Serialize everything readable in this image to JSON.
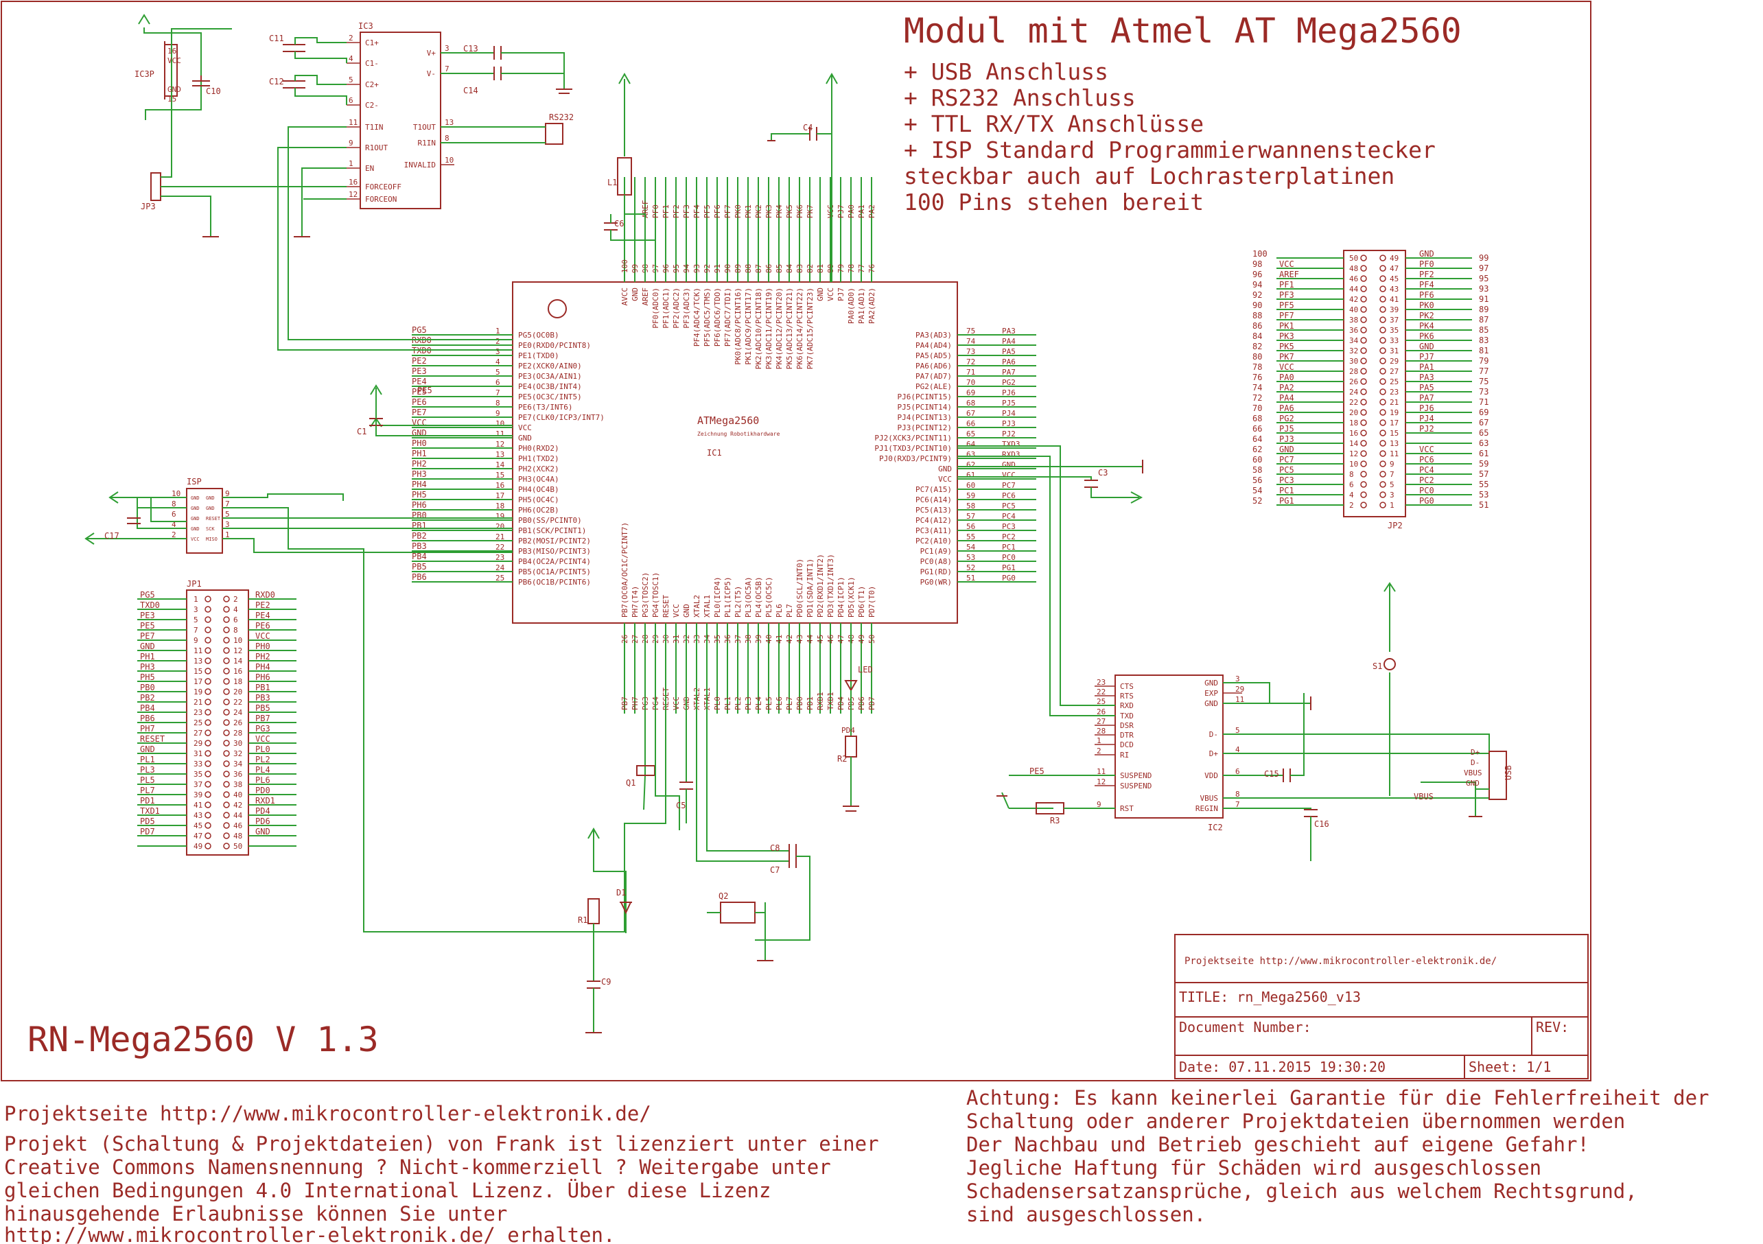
{
  "title": "Modul mit Atmel AT Mega2560",
  "features": [
    "+ USB Anschluss",
    "+ RS232 Anschluss",
    "+ TTL RX/TX Anschlüsse",
    "+ ISP Standard Programmierwannenstecker",
    "steckbar auch auf Lochrasterplatinen",
    "100 Pins stehen bereit"
  ],
  "board_name": "RN-Mega2560 V 1.3",
  "title_block": {
    "project_line": "Projektseite http://www.mikrocontroller-elektronik.de/",
    "title": "TITLE:  rn_Mega2560_v13",
    "document_number": "Document Number:",
    "rev": "REV:",
    "date": "Date: 07.11.2015 19:30:20",
    "sheet": "Sheet: 1/1"
  },
  "footer_left": [
    "Projektseite http://www.mikrocontroller-elektronik.de/",
    "Projekt (Schaltung & Projektdateien) von Frank ist lizenziert unter einer",
    "Creative Commons Namensnennung ? Nicht-kommerziell ? Weitergabe unter",
    "gleichen Bedingungen 4.0 International Lizenz. Über diese Lizenz",
    "hinausgehende Erlaubnisse können Sie unter",
    "http://www.mikrocontroller-elektronik.de/ erhalten."
  ],
  "footer_right": [
    "Achtung: Es kann keinerlei Garantie für die Fehlerfreiheit der",
    "Schaltung oder anderer Projektdateien übernommen werden",
    "Der Nachbau und Betrieb geschieht auf eigene Gefahr!",
    "Jegliche Haftung für Schäden wird ausgeschlossen",
    "Schadensersatzansprüche, gleich aus welchem Rechtsgrund,",
    "sind ausgeschlossen."
  ],
  "ic1": {
    "ref": "IC1",
    "name": "ATMega2560",
    "sub": "Zeichnung Robotikhardware",
    "left_pins": [
      {
        "num": "1",
        "name": "PG5(OC0B)",
        "net": "PG5"
      },
      {
        "num": "2",
        "name": "PE0(RXD0/PCINT8)",
        "net": "RXD0"
      },
      {
        "num": "3",
        "name": "PE1(TXD0)",
        "net": "TXD0"
      },
      {
        "num": "4",
        "name": "PE2(XCK0/AIN0)",
        "net": "PE2"
      },
      {
        "num": "5",
        "name": "PE3(OC3A/AIN1)",
        "net": "PE3"
      },
      {
        "num": "6",
        "name": "PE4(OC3B/INT4)",
        "net": "PE4"
      },
      {
        "num": "7",
        "name": "PE5(OC3C/INT5)",
        "net": "PE5"
      },
      {
        "num": "8",
        "name": "PE6(T3/INT6)",
        "net": "PE6"
      },
      {
        "num": "9",
        "name": "PE7(CLK0/ICP3/INT7)",
        "net": "PE7"
      },
      {
        "num": "10",
        "name": "VCC",
        "net": "VCC"
      },
      {
        "num": "11",
        "name": "GND",
        "net": "GND"
      },
      {
        "num": "12",
        "name": "PH0(RXD2)",
        "net": "PH0"
      },
      {
        "num": "13",
        "name": "PH1(TXD2)",
        "net": "PH1"
      },
      {
        "num": "14",
        "name": "PH2(XCK2)",
        "net": "PH2"
      },
      {
        "num": "15",
        "name": "PH3(OC4A)",
        "net": "PH3"
      },
      {
        "num": "16",
        "name": "PH4(OC4B)",
        "net": "PH4"
      },
      {
        "num": "17",
        "name": "PH5(OC4C)",
        "net": "PH5"
      },
      {
        "num": "18",
        "name": "PH6(OC2B)",
        "net": "PH6"
      },
      {
        "num": "19",
        "name": "PB0(SS/PCINT0)",
        "net": "PB0"
      },
      {
        "num": "20",
        "name": "PB1(SCK/PCINT1)",
        "net": "PB1"
      },
      {
        "num": "21",
        "name": "PB2(MOSI/PCINT2)",
        "net": "PB2"
      },
      {
        "num": "22",
        "name": "PB3(MISO/PCINT3)",
        "net": "PB3"
      },
      {
        "num": "23",
        "name": "PB4(OC2A/PCINT4)",
        "net": "PB4"
      },
      {
        "num": "24",
        "name": "PB5(OC1A/PCINT5)",
        "net": "PB5"
      },
      {
        "num": "25",
        "name": "PB6(OC1B/PCINT6)",
        "net": "PB6"
      }
    ],
    "right_pins": [
      {
        "num": "75",
        "name": "PA3(AD3)",
        "net": "PA3"
      },
      {
        "num": "74",
        "name": "PA4(AD4)",
        "net": "PA4"
      },
      {
        "num": "73",
        "name": "PA5(AD5)",
        "net": "PA5"
      },
      {
        "num": "72",
        "name": "PA6(AD6)",
        "net": "PA6"
      },
      {
        "num": "71",
        "name": "PA7(AD7)",
        "net": "PA7"
      },
      {
        "num": "70",
        "name": "PG2(ALE)",
        "net": "PG2"
      },
      {
        "num": "69",
        "name": "PJ6(PCINT15)",
        "net": "PJ6"
      },
      {
        "num": "68",
        "name": "PJ5(PCINT14)",
        "net": "PJ5"
      },
      {
        "num": "67",
        "name": "PJ4(PCINT13)",
        "net": "PJ4"
      },
      {
        "num": "66",
        "name": "PJ3(PCINT12)",
        "net": "PJ3"
      },
      {
        "num": "65",
        "name": "PJ2(XCK3/PCINT11)",
        "net": "PJ2"
      },
      {
        "num": "64",
        "name": "PJ1(TXD3/PCINT10)",
        "net": "TXD3"
      },
      {
        "num": "63",
        "name": "PJ0(RXD3/PCINT9)",
        "net": "RXD3"
      },
      {
        "num": "62",
        "name": "GND",
        "net": "GND"
      },
      {
        "num": "61",
        "name": "VCC",
        "net": "VCC"
      },
      {
        "num": "60",
        "name": "PC7(A15)",
        "net": "PC7"
      },
      {
        "num": "59",
        "name": "PC6(A14)",
        "net": "PC6"
      },
      {
        "num": "58",
        "name": "PC5(A13)",
        "net": "PC5"
      },
      {
        "num": "57",
        "name": "PC4(A12)",
        "net": "PC4"
      },
      {
        "num": "56",
        "name": "PC3(A11)",
        "net": "PC3"
      },
      {
        "num": "55",
        "name": "PC2(A10)",
        "net": "PC2"
      },
      {
        "num": "54",
        "name": "PC1(A9)",
        "net": "PC1"
      },
      {
        "num": "53",
        "name": "PC0(A8)",
        "net": "PC0"
      },
      {
        "num": "52",
        "name": "PG1(RD)",
        "net": "PG1"
      },
      {
        "num": "51",
        "name": "PG0(WR)",
        "net": "PG0"
      }
    ],
    "top_pins": [
      {
        "num": "100",
        "name": "AVCC",
        "net": ""
      },
      {
        "num": "99",
        "name": "GND",
        "net": ""
      },
      {
        "num": "98",
        "name": "AREF",
        "net": "AREF"
      },
      {
        "num": "97",
        "name": "PF0(ADC0)",
        "net": "PF0"
      },
      {
        "num": "96",
        "name": "PF1(ADC1)",
        "net": "PF1"
      },
      {
        "num": "95",
        "name": "PF2(ADC2)",
        "net": "PF2"
      },
      {
        "num": "94",
        "name": "PF3(ADC3)",
        "net": "PF3"
      },
      {
        "num": "93",
        "name": "PF4(ADC4/TCK)",
        "net": "PF4"
      },
      {
        "num": "92",
        "name": "PF5(ADC5/TMS)",
        "net": "PF5"
      },
      {
        "num": "91",
        "name": "PF6(ADC6/TDO)",
        "net": "PF6"
      },
      {
        "num": "90",
        "name": "PF7(ADC7/TDI)",
        "net": "PF7"
      },
      {
        "num": "89",
        "name": "PK0(ADC8/PCINT16)",
        "net": "PK0"
      },
      {
        "num": "88",
        "name": "PK1(ADC9/PCINT17)",
        "net": "PK1"
      },
      {
        "num": "87",
        "name": "PK2(ADC10/PCINT18)",
        "net": "PK2"
      },
      {
        "num": "86",
        "name": "PK3(ADC11/PCINT19)",
        "net": "PK3"
      },
      {
        "num": "85",
        "name": "PK4(ADC12/PCINT20)",
        "net": "PK4"
      },
      {
        "num": "84",
        "name": "PK5(ADC13/PCINT21)",
        "net": "PK5"
      },
      {
        "num": "83",
        "name": "PK6(ADC14/PCINT22)",
        "net": "PK6"
      },
      {
        "num": "82",
        "name": "PK7(ADC15/PCINT23)",
        "net": "PK7"
      },
      {
        "num": "81",
        "name": "GND",
        "net": ""
      },
      {
        "num": "80",
        "name": "VCC",
        "net": "VCC"
      },
      {
        "num": "79",
        "name": "PJ7",
        "net": "PJ7"
      },
      {
        "num": "78",
        "name": "PA0(AD0)",
        "net": "PA0"
      },
      {
        "num": "77",
        "name": "PA1(AD1)",
        "net": "PA1"
      },
      {
        "num": "76",
        "name": "PA2(AD2)",
        "net": "PA2"
      }
    ],
    "bottom_pins": [
      {
        "num": "26",
        "name": "PB7(OC0A/OC1C/PCINT7)",
        "net": "PB7"
      },
      {
        "num": "27",
        "name": "PH7(T4)",
        "net": "PH7"
      },
      {
        "num": "28",
        "name": "PG3(TOSC2)",
        "net": "PG3"
      },
      {
        "num": "29",
        "name": "PG4(TOSC1)",
        "net": "PG4"
      },
      {
        "num": "30",
        "name": "RESET",
        "net": "RESET"
      },
      {
        "num": "31",
        "name": "VCC",
        "net": "VCC"
      },
      {
        "num": "32",
        "name": "GND",
        "net": "GND"
      },
      {
        "num": "33",
        "name": "XTAL2",
        "net": "XTAL2"
      },
      {
        "num": "34",
        "name": "XTAL1",
        "net": "XTAL1"
      },
      {
        "num": "35",
        "name": "PL0(ICP4)",
        "net": "PL0"
      },
      {
        "num": "36",
        "name": "PL1(ICP5)",
        "net": "PL1"
      },
      {
        "num": "37",
        "name": "PL2(T5)",
        "net": "PL2"
      },
      {
        "num": "38",
        "name": "PL3(OC5A)",
        "net": "PL3"
      },
      {
        "num": "39",
        "name": "PL4(OC5B)",
        "net": "PL4"
      },
      {
        "num": "40",
        "name": "PL5(OC5C)",
        "net": "PL5"
      },
      {
        "num": "41",
        "name": "PL6",
        "net": "PL6"
      },
      {
        "num": "42",
        "name": "PL7",
        "net": "PL7"
      },
      {
        "num": "43",
        "name": "PD0(SCL/INT0)",
        "net": "PD0"
      },
      {
        "num": "44",
        "name": "PD1(SDA/INT1)",
        "net": "PD1"
      },
      {
        "num": "45",
        "name": "PD2(RXD1/INT2)",
        "net": "RXD1"
      },
      {
        "num": "46",
        "name": "PD3(TXD1/INT3)",
        "net": "TXD1"
      },
      {
        "num": "47",
        "name": "PD4(ICP1)",
        "net": "PD4"
      },
      {
        "num": "48",
        "name": "PD5(XCK1)",
        "net": "PD5"
      },
      {
        "num": "49",
        "name": "PD6(T1)",
        "net": "PD6"
      },
      {
        "num": "50",
        "name": "PD7(T0)",
        "net": "PD7"
      }
    ]
  },
  "ic3": {
    "ref": "IC3",
    "left": [
      "C1+",
      "C1-",
      "C2+",
      "C2-",
      "T1IN",
      "R1OUT",
      "EN",
      "FORCEOFF",
      "FORCEON"
    ],
    "left_nums": [
      "2",
      "4",
      "5",
      "6",
      "11",
      "9",
      "1",
      "16",
      "12"
    ],
    "right": [
      "V+",
      "V-",
      "T1OUT",
      "R1IN",
      "INVALID"
    ],
    "right_nums": [
      "3",
      "7",
      "13",
      "8",
      "10"
    ]
  },
  "ic2": {
    "ref": "IC2",
    "left": [
      "CTS",
      "RTS",
      "RXD",
      "TXD",
      "DSR",
      "DTR",
      "DCD",
      "RI",
      "SUSPEND",
      "SUSPEND",
      "RST"
    ],
    "left_nums": [
      "23",
      "22",
      "25",
      "26",
      "27",
      "28",
      "1",
      "2",
      "11",
      "12",
      "9"
    ],
    "right": [
      "GND",
      "EXP",
      "GND",
      "D-",
      "D+",
      "VDD",
      "VBUS",
      "REGIN"
    ],
    "right_nums": [
      "3",
      "29",
      "11",
      "5",
      "4",
      "6",
      "8",
      "7"
    ]
  },
  "jp1": {
    "ref": "JP1",
    "left": [
      "PG5",
      "TXD0",
      "PE3",
      "PE5",
      "PE7",
      "GND",
      "PH1",
      "PH3",
      "PH5",
      "PB0",
      "PB2",
      "PB4",
      "PB6",
      "PH7",
      "RESET",
      "GND",
      "PL1",
      "PL3",
      "PL5",
      "PL7",
      "PD1",
      "TXD1",
      "PD5",
      "PD7",
      ""
    ],
    "left_nums": [
      "1",
      "3",
      "5",
      "7",
      "9",
      "11",
      "13",
      "15",
      "17",
      "19",
      "21",
      "23",
      "25",
      "27",
      "29",
      "31",
      "33",
      "35",
      "37",
      "39",
      "41",
      "43",
      "45",
      "47",
      "49"
    ],
    "right": [
      "RXD0",
      "PE2",
      "PE4",
      "PE6",
      "VCC",
      "PH0",
      "PH2",
      "PH4",
      "PH6",
      "PB1",
      "PB3",
      "PB5",
      "PB7",
      "PG3",
      "VCC",
      "PL0",
      "PL2",
      "PL4",
      "PL6",
      "PD0",
      "RXD1",
      "PD4",
      "PD6",
      "GND",
      ""
    ],
    "right_nums": [
      "2",
      "4",
      "6",
      "8",
      "10",
      "12",
      "14",
      "16",
      "18",
      "20",
      "22",
      "24",
      "26",
      "28",
      "30",
      "32",
      "34",
      "36",
      "38",
      "40",
      "42",
      "44",
      "46",
      "48",
      "50"
    ]
  },
  "jp2": {
    "ref": "JP2",
    "left_nums": [
      "100",
      "98",
      "96",
      "94",
      "92",
      "90",
      "88",
      "86",
      "84",
      "82",
      "80",
      "78",
      "76",
      "74",
      "72",
      "70",
      "68",
      "66",
      "64",
      "62",
      "60",
      "58",
      "56",
      "54",
      "52"
    ],
    "left_nets": [
      "",
      "VCC",
      "AREF",
      "PF1",
      "PF3",
      "PF5",
      "PF7",
      "PK1",
      "PK3",
      "PK5",
      "PK7",
      "VCC",
      "PA0",
      "PA2",
      "PA4",
      "PA6",
      "PG2",
      "PJ5",
      "PJ3",
      "GND",
      "PC7",
      "PC5",
      "PC3",
      "PC1",
      "PG1"
    ],
    "right_nums": [
      "99",
      "97",
      "95",
      "93",
      "91",
      "89",
      "87",
      "85",
      "83",
      "81",
      "79",
      "77",
      "75",
      "73",
      "71",
      "69",
      "67",
      "65",
      "63",
      "61",
      "59",
      "57",
      "55",
      "53",
      "51"
    ],
    "right_nets": [
      "GND",
      "PF0",
      "PF2",
      "PF4",
      "PF6",
      "PK0",
      "PK2",
      "PK4",
      "PK6",
      "GND",
      "PJ7",
      "PA1",
      "PA3",
      "PA5",
      "PA7",
      "PJ6",
      "PJ4",
      "PJ2",
      "",
      "VCC",
      "PC6",
      "PC4",
      "PC2",
      "PC0",
      "PG0"
    ],
    "pin_left": [
      "50",
      "48",
      "46",
      "44",
      "42",
      "40",
      "38",
      "36",
      "34",
      "32",
      "30",
      "28",
      "26",
      "24",
      "22",
      "20",
      "18",
      "16",
      "14",
      "12",
      "10",
      "8",
      "6",
      "4",
      "2"
    ],
    "pin_right": [
      "49",
      "47",
      "45",
      "43",
      "41",
      "39",
      "37",
      "35",
      "33",
      "31",
      "29",
      "27",
      "25",
      "23",
      "21",
      "19",
      "17",
      "15",
      "13",
      "11",
      "9",
      "7",
      "5",
      "3",
      "1"
    ]
  },
  "isp": {
    "ref": "ISP",
    "left_nums": [
      "10",
      "8",
      "6",
      "4",
      "2"
    ],
    "right_nums": [
      "9",
      "7",
      "5",
      "3",
      "1"
    ],
    "inner_left": [
      "GND",
      "GND",
      "GND",
      "GND",
      "VCC"
    ],
    "inner_right": [
      "GND",
      "GND",
      "RESET",
      "SCK",
      "MISO"
    ]
  },
  "parts": {
    "c11": "C11",
    "c12": "C12",
    "c13": "C13",
    "c14": "C14",
    "c10": "C10",
    "ic3p": "IC3P",
    "rs232": "RS232",
    "jp3": "JP3",
    "l1": "L1",
    "c4": "C4",
    "c6": "C6",
    "c1": "C1",
    "c3": "C3",
    "c17": "C17",
    "c15": "C15",
    "c16": "C16",
    "c7": "C7",
    "c8": "C8",
    "c5": "C5",
    "c9": "C9",
    "q1": "Q1",
    "q2": "Q2",
    "r1": "R1",
    "d1": "D1",
    "r2": "R2",
    "r3": "R3",
    "led": "LED",
    "s1": "S1",
    "usb": "USB",
    "vbus": "VBUS",
    "ic3p_16": "16",
    "ic3p_vcc": "VCC",
    "ic3p_15": "15",
    "ic3p_gnd": "GND",
    "pe5_net": "PE5",
    "pe5_ic2": "PE5",
    "pe5_top": "PE5",
    "usb_pins": [
      "D+",
      "D-",
      "VBUS",
      "GND"
    ],
    "led_net": "PD4",
    "bottom_nets": [
      "PB7",
      "PH7",
      "PG3",
      "PG4",
      "RESET",
      "VCC",
      "GND",
      "XTAL2",
      "XTAL1",
      "PL0",
      "PL1",
      "PL2",
      "PL3",
      "PL4",
      "PL5",
      "PL6",
      "PL7",
      "PD0",
      "PD1",
      "RXD1",
      "TXD1",
      "PD4",
      "PD5",
      "PD6",
      "PD7"
    ]
  }
}
